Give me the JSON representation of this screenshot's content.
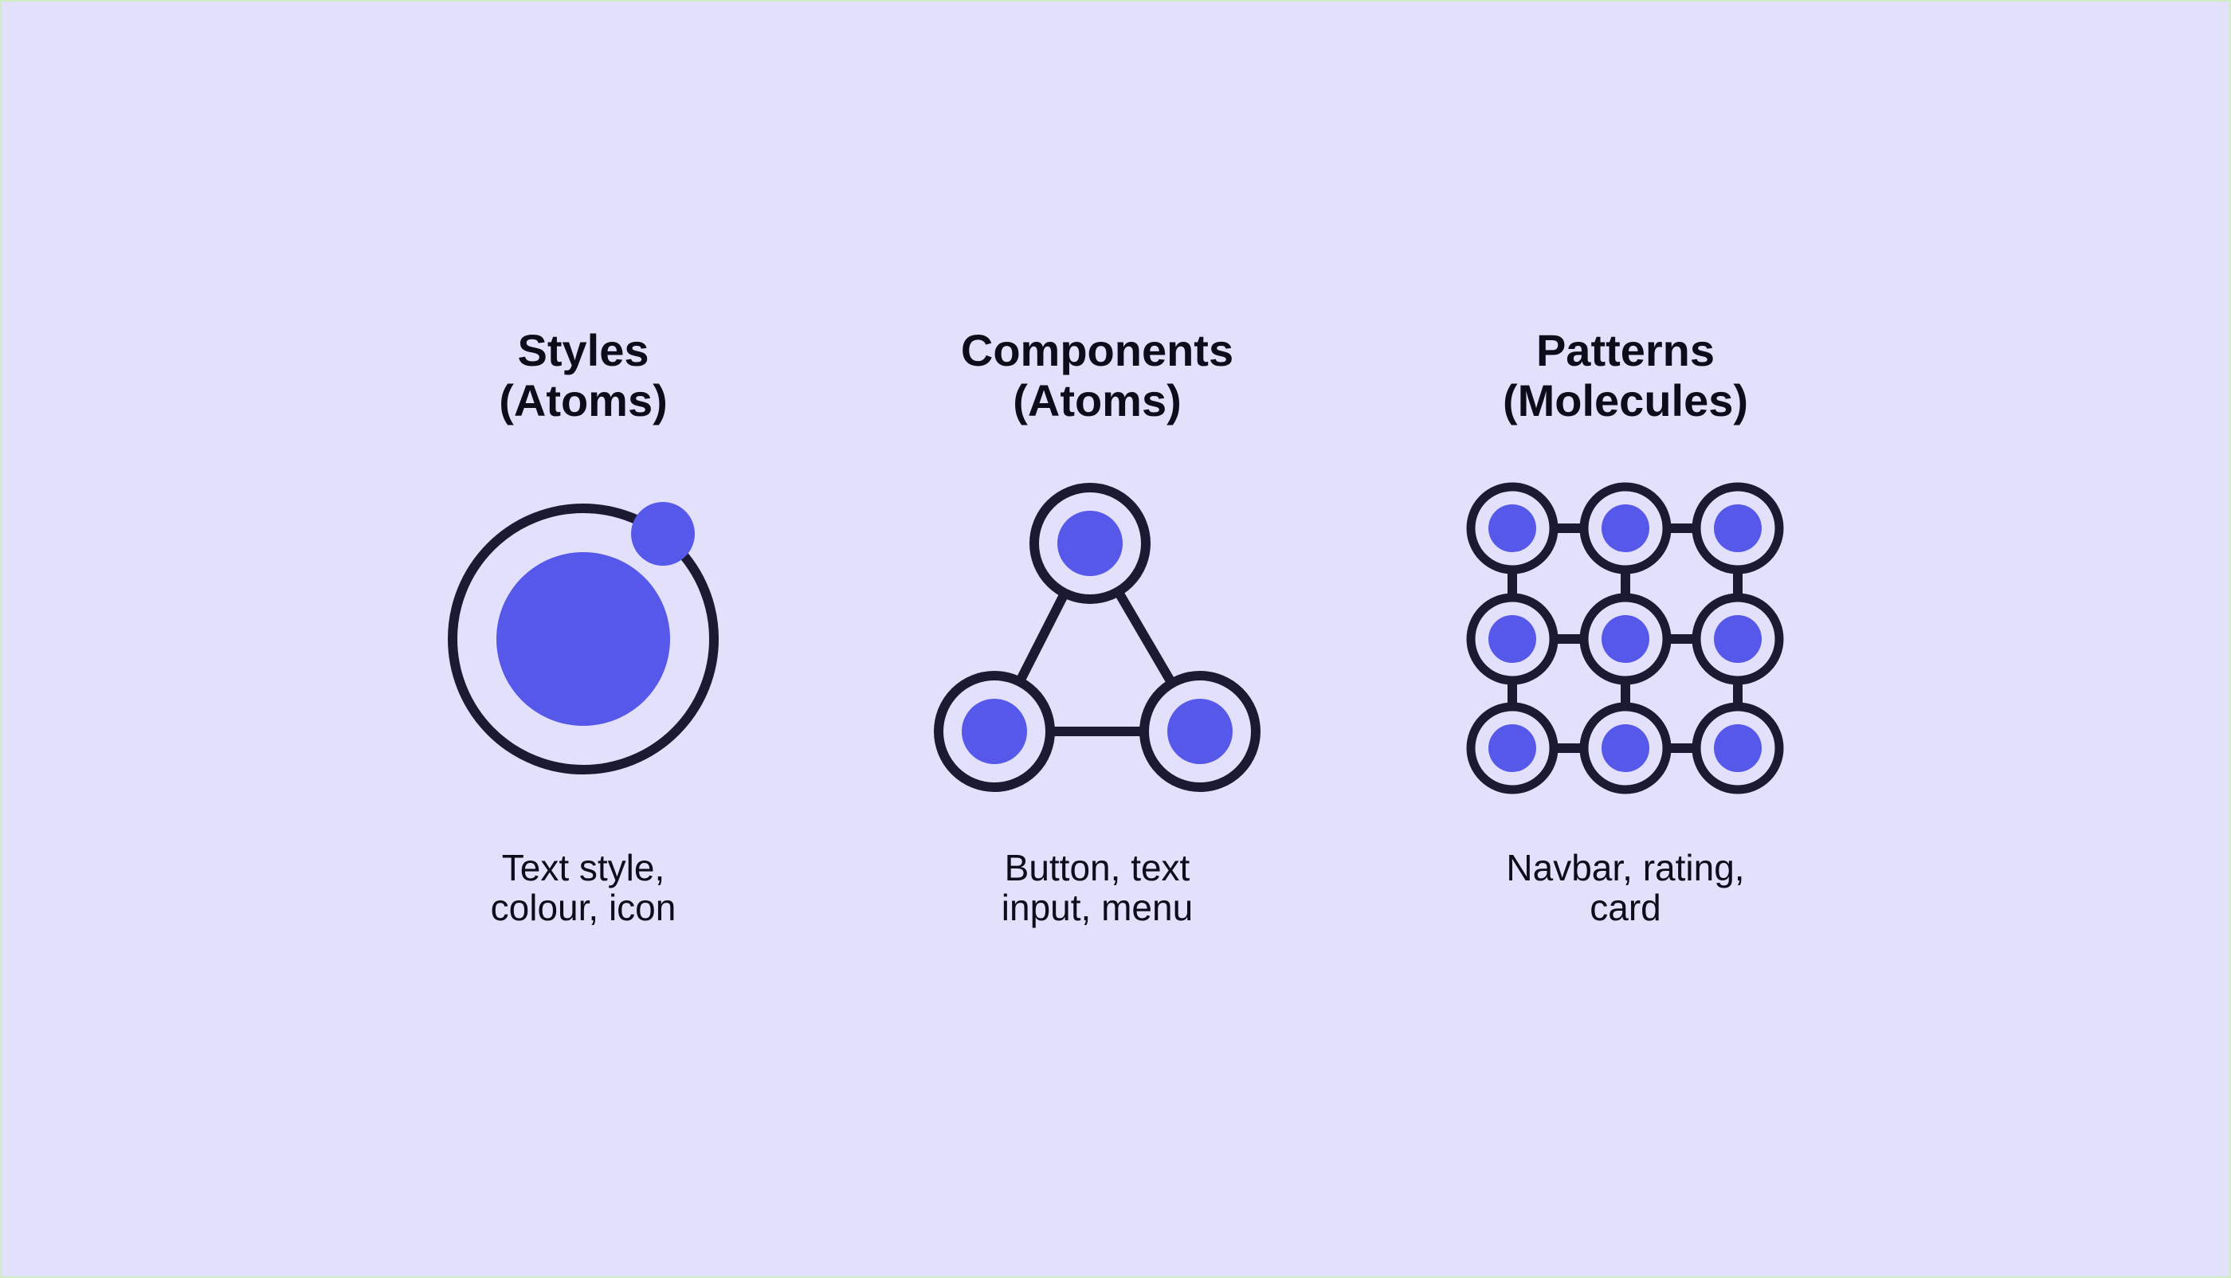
{
  "colors": {
    "background": "#e3e0fc",
    "outline": "#1c1a33",
    "accent": "#5558e9"
  },
  "columns": [
    {
      "title_line1": "Styles",
      "title_line2": "(Atoms)",
      "caption_line1": "Text style,",
      "caption_line2": "colour, icon"
    },
    {
      "title_line1": "Components",
      "title_line2": "(Atoms)",
      "caption_line1": "Button, text",
      "caption_line2": "input, menu"
    },
    {
      "title_line1": "Patterns",
      "title_line2": "(Molecules)",
      "caption_line1": "Navbar, rating,",
      "caption_line2": "card"
    }
  ]
}
